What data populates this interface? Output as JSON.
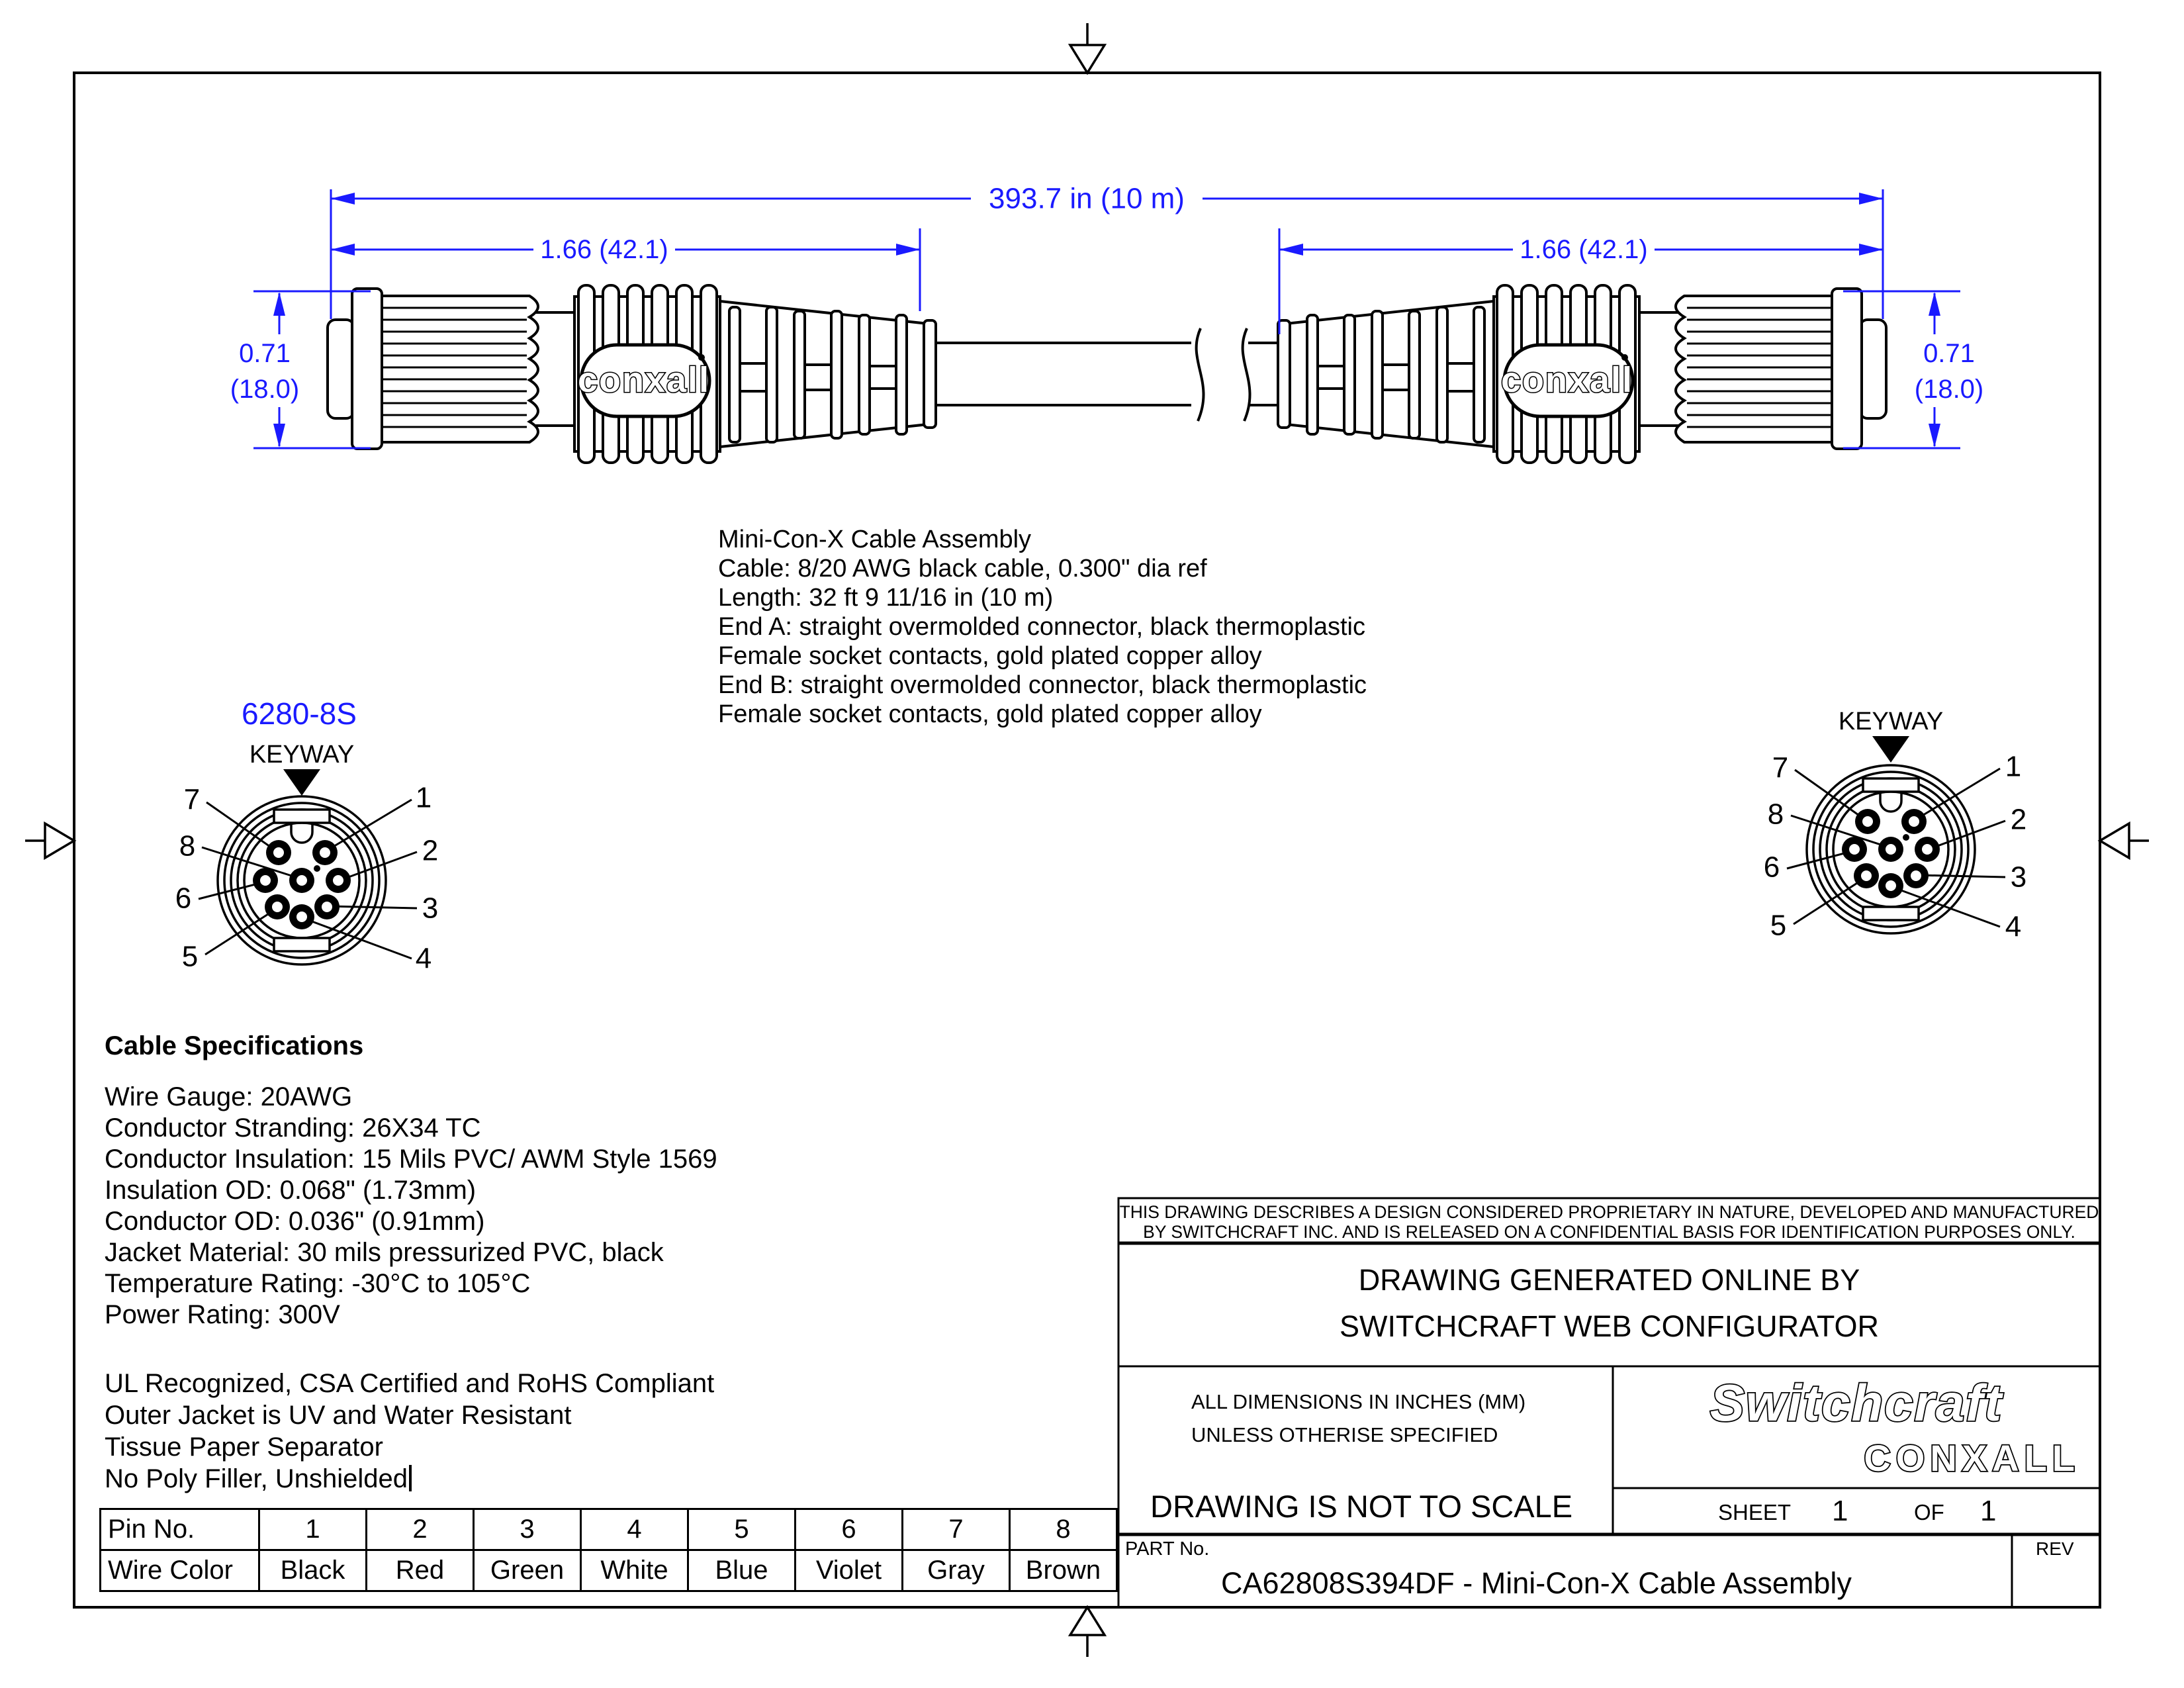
{
  "drawing": {
    "dim_color": "#1a1aff",
    "overall_length": "393.7 in (10 m)",
    "end_a_length": "1.66 (42.1)",
    "end_b_length": "1.66 (42.1)",
    "end_a_dia_line1": "0.71",
    "end_a_dia_line2": "(18.0)",
    "end_b_dia_line1": "0.71",
    "end_b_dia_line2": "(18.0)",
    "end_a_brand": "conxall",
    "end_b_brand": "conxall"
  },
  "pinouts": {
    "end_a": {
      "part_label": "6280-8S",
      "keyway_label": "KEYWAY",
      "pins": [
        "1",
        "2",
        "3",
        "4",
        "5",
        "6",
        "7",
        "8"
      ]
    },
    "end_b": {
      "keyway_label": "KEYWAY",
      "pins": [
        "1",
        "2",
        "3",
        "4",
        "5",
        "6",
        "7",
        "8"
      ]
    }
  },
  "assembly_notes": {
    "line1": "Mini-Con-X Cable Assembly",
    "line2": "Cable: 8/20 AWG black cable, 0.300\" dia ref",
    "line3": "Length: 32 ft 9 11/16 in (10 m)",
    "line4": "End A: straight overmolded connector, black thermoplastic",
    "line5": "Female socket contacts, gold plated copper alloy",
    "line6": "End B: straight overmolded connector, black thermoplastic",
    "line7": "Female socket contacts, gold plated copper alloy"
  },
  "cable_specs": {
    "title": "Cable Specifications",
    "line1": "Wire Gauge: 20AWG",
    "line2": "Conductor Stranding: 26X34 TC",
    "line3": "Conductor Insulation: 15 Mils PVC/ AWM Style 1569",
    "line4": "Insulation OD: 0.068\" (1.73mm)",
    "line5": "Conductor OD: 0.036\" (0.91mm)",
    "line6": "Jacket Material: 30 mils pressurized PVC, black",
    "line7": "Temperature Rating: -30°C to 105°C",
    "line8": "Power Rating: 300V",
    "note1": "UL Recognized, CSA Certified and RoHS Compliant",
    "note2": "Outer Jacket is UV and Water Resistant",
    "note3": "Tissue Paper Separator",
    "note4": "No Poly Filler, Unshielded"
  },
  "pin_table": {
    "row1_label": "Pin No.",
    "row2_label": "Wire Color",
    "pins": [
      "1",
      "2",
      "3",
      "4",
      "5",
      "6",
      "7",
      "8"
    ],
    "colors": [
      "Black",
      "Red",
      "Green",
      "White",
      "Blue",
      "Violet",
      "Gray",
      "Brown"
    ]
  },
  "title_block": {
    "proprietary_line1": "THIS DRAWING DESCRIBES A DESIGN CONSIDERED PROPRIETARY IN NATURE, DEVELOPED AND MANUFACTURED",
    "proprietary_line2": "BY SWITCHCRAFT INC. AND IS RELEASED ON A CONFIDENTIAL BASIS FOR IDENTIFICATION PURPOSES ONLY.",
    "generated_line1": "DRAWING GENERATED ONLINE BY",
    "generated_line2": "SWITCHCRAFT WEB CONFIGURATOR",
    "dims_note_line1": "ALL DIMENSIONS IN INCHES (MM)",
    "dims_note_line2": "UNLESS OTHERISE SPECIFIED",
    "scale_note": "DRAWING IS NOT TO SCALE",
    "brand_line1": "Switchcraft",
    "brand_line2": "CONXALL",
    "sheet_label": "SHEET",
    "sheet_number": "1",
    "of_label": "OF",
    "of_number": "1",
    "part_label": "PART No.",
    "part_number": "CA62808S394DF - Mini-Con-X Cable Assembly",
    "rev_label": "REV"
  }
}
